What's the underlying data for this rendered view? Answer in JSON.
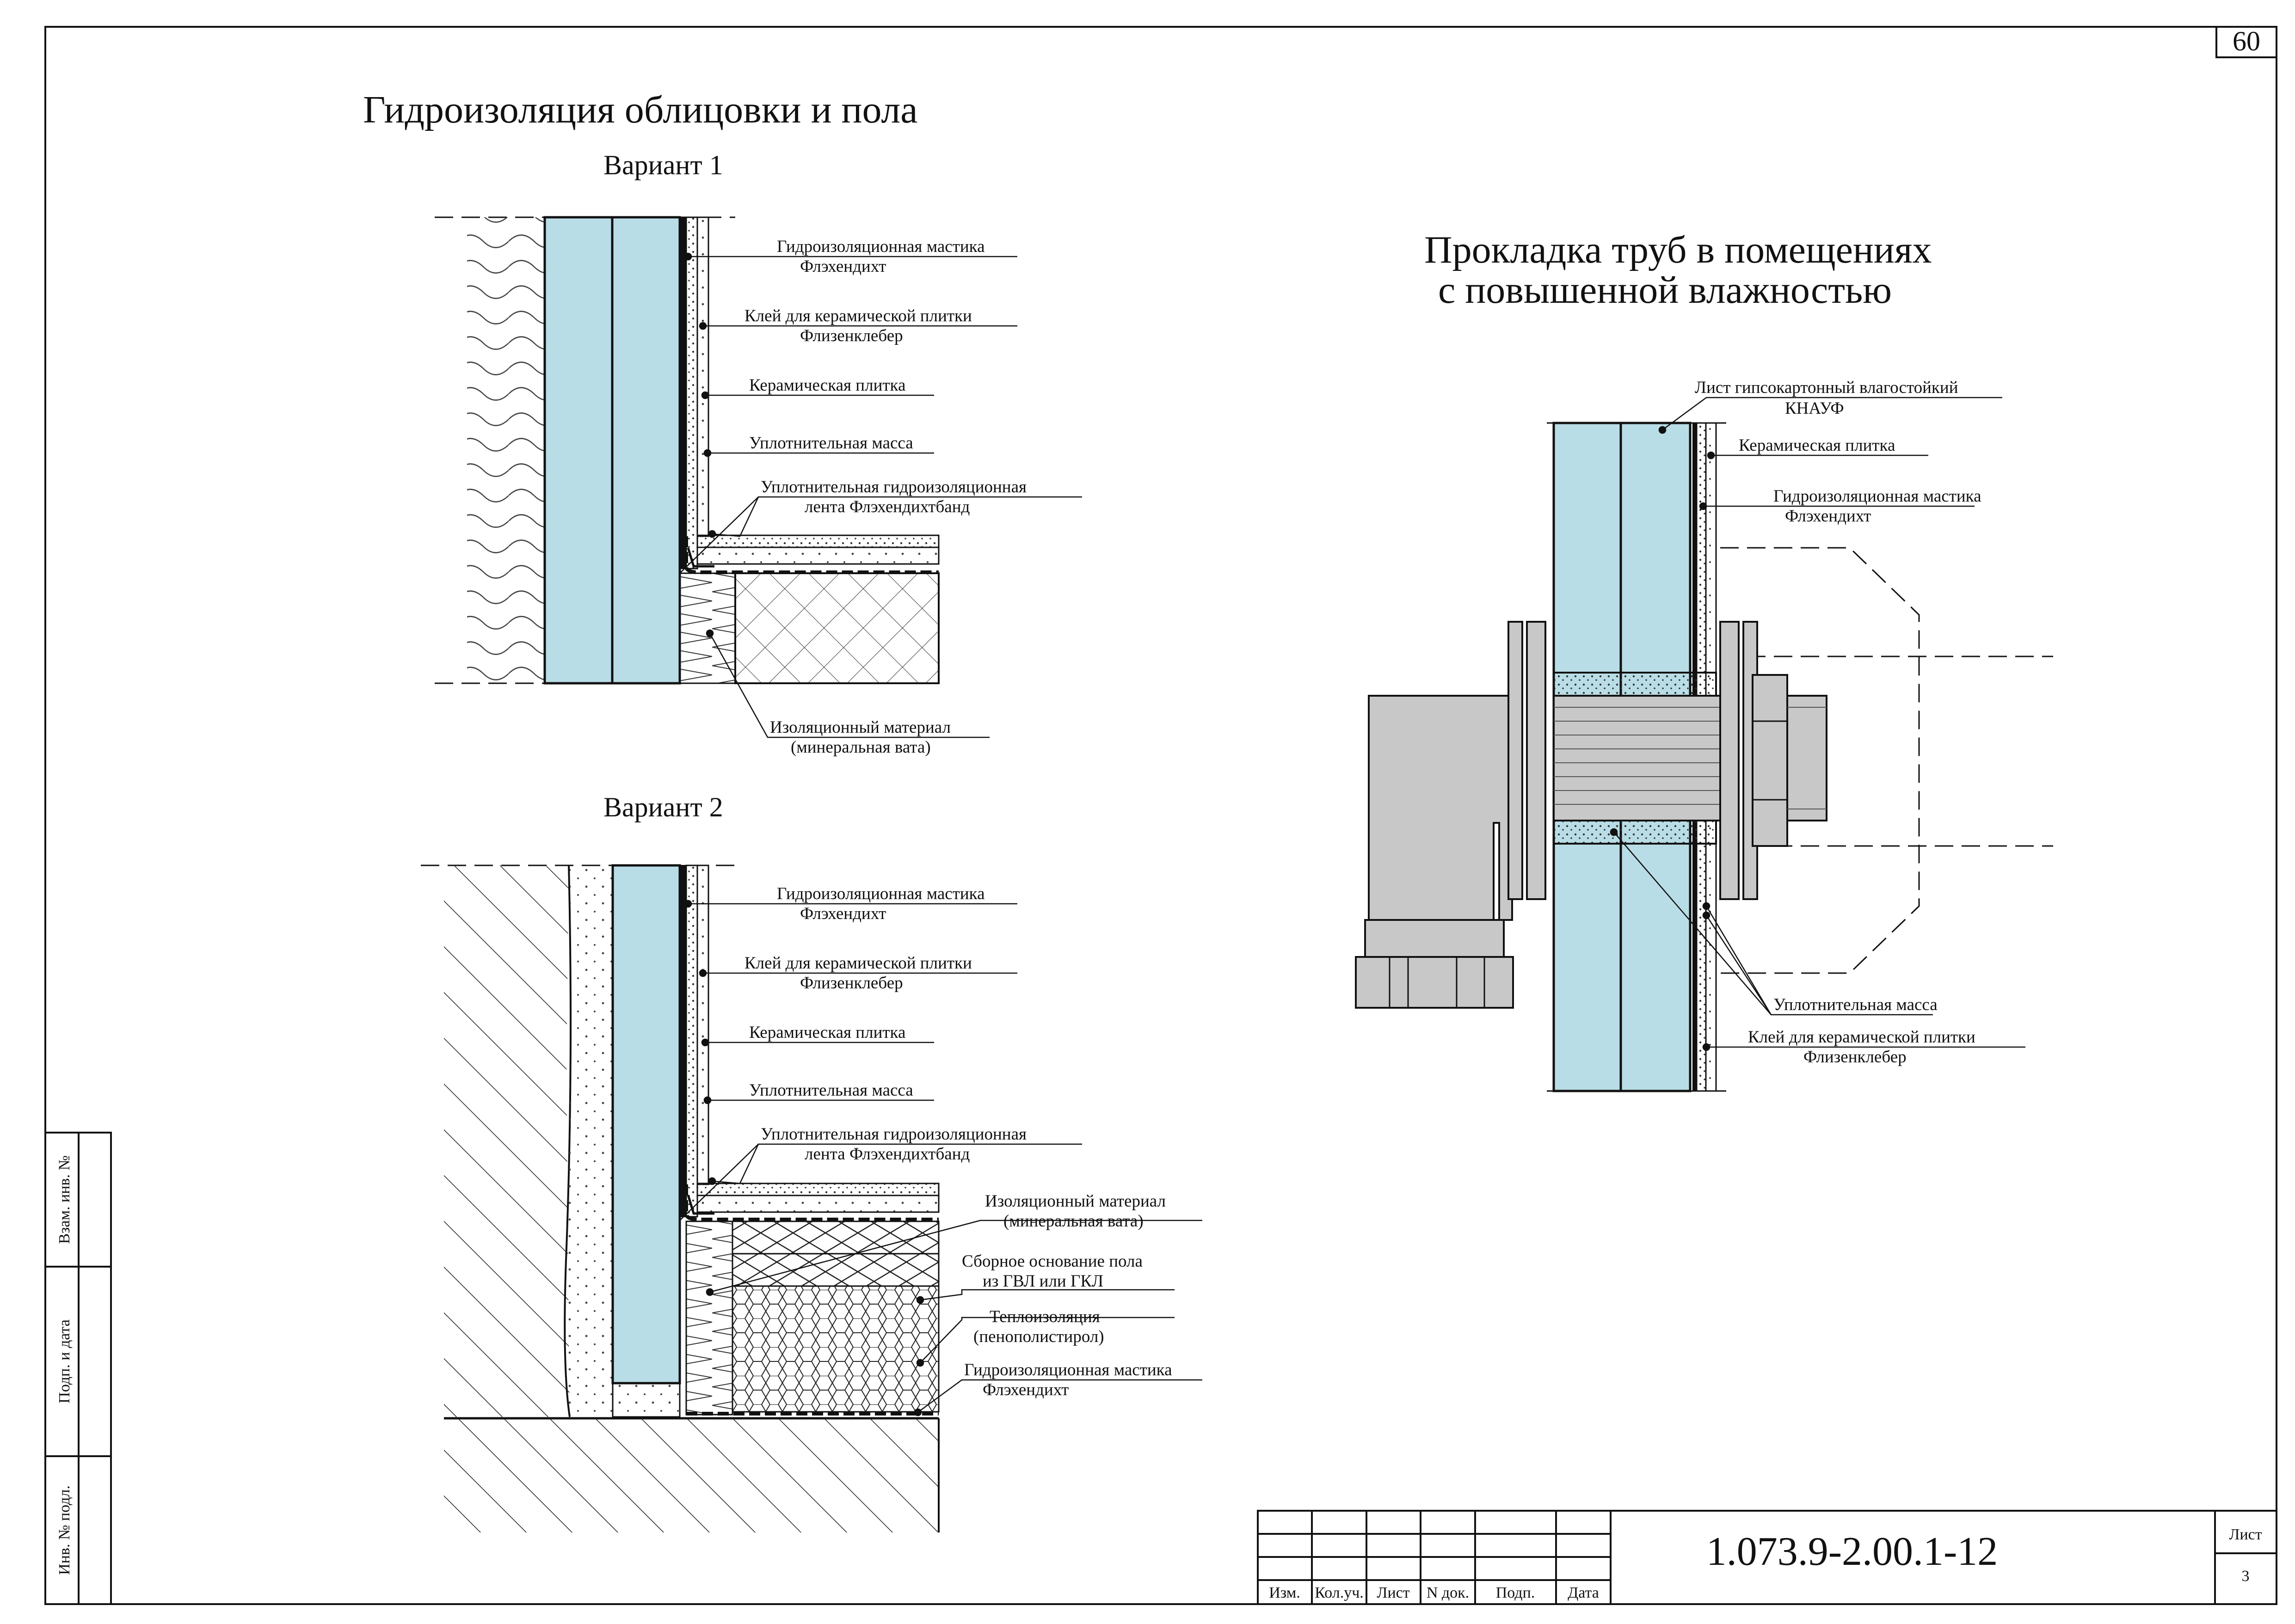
{
  "sheet_number": "60",
  "left": {
    "title": "Гидроизоляция облицовки и пола",
    "variant1": {
      "title": "Вариант 1",
      "labels": [
        {
          "l1": "Гидроизоляционная мастика",
          "l2": "Флэхендихт"
        },
        {
          "l1": "Клей для керамической плитки",
          "l2": "Флизенклебер"
        },
        {
          "l1": "Керамическая плитка",
          "l2": ""
        },
        {
          "l1": "Уплотнительная масса",
          "l2": ""
        },
        {
          "l1": "Уплотнительная гидроизоляционная",
          "l2": "лента Флэхендихтбанд"
        },
        {
          "l1": "Изоляционный материал",
          "l2": "(минеральная вата)"
        }
      ]
    },
    "variant2": {
      "title": "Вариант 2",
      "labels": [
        {
          "l1": "Гидроизоляционная мастика",
          "l2": "Флэхендихт"
        },
        {
          "l1": "Клей для керамической плитки",
          "l2": "Флизенклебер"
        },
        {
          "l1": "Керамическая плитка",
          "l2": ""
        },
        {
          "l1": "Уплотнительная масса",
          "l2": ""
        },
        {
          "l1": "Уплотнительная гидроизоляционная",
          "l2": "лента Флэхендихтбанд"
        },
        {
          "l1": "Изоляционный материал",
          "l2": "(минеральная вата)"
        },
        {
          "l1": "Сборное основание пола",
          "l2": "из ГВЛ или ГКЛ"
        },
        {
          "l1": "Теплоизоляция",
          "l2": "(пенополистирол)"
        },
        {
          "l1": "Гидроизоляционная мастика",
          "l2": "Флэхендихт"
        }
      ]
    }
  },
  "right": {
    "title_line1": "Прокладка труб в помещениях",
    "title_line2": "с повышенной влажностью",
    "labels": [
      {
        "l1": "Лист гипсокартонный влагостойкий",
        "l2": "КНАУФ"
      },
      {
        "l1": "Керамическая плитка",
        "l2": ""
      },
      {
        "l1": "Гидроизоляционная мастика",
        "l2": "Флэхендихт"
      },
      {
        "l1": "Уплотнительная масса",
        "l2": ""
      },
      {
        "l1": "Клей для керамической плитки",
        "l2": "Флизенклебер"
      }
    ]
  },
  "side_stamp": {
    "vzam": "Взам. инв. №",
    "podp": "Подп. и дата",
    "inv": "Инв. № подл."
  },
  "title_block": {
    "headers": [
      "Изм.",
      "Кол.уч.",
      "Лист",
      "N док.",
      "Подп.",
      "Дата"
    ],
    "code": "1.073.9-2.00.1-12",
    "list_label": "Лист",
    "list_number": "3"
  },
  "colors": {
    "drywall": "#b9dde6",
    "steel": "#c8c8c8",
    "line": "#111111"
  }
}
